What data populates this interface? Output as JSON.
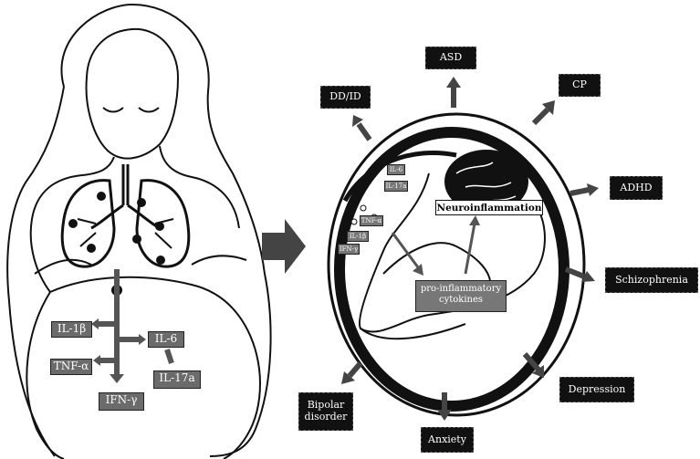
{
  "mother": {
    "cytokines": {
      "il1b": "IL-1β",
      "il6": "IL-6",
      "tnfa": "TNF-α",
      "il17a": "IL-17a",
      "ifng": "IFN-γ"
    }
  },
  "fetus": {
    "small_cytokines": {
      "il6": "IL-6",
      "il17a": "IL-17a",
      "tnfa": "TNF-α",
      "il1b": "IL-1β",
      "ifng": "IFN-γ"
    },
    "neuroinflammation": "Neuroinflammation",
    "proinflammatory": "pro-inflammatory cytokines"
  },
  "outcomes": {
    "asd": "ASD",
    "ddid": "DD/ID",
    "cp": "CP",
    "adhd": "ADHD",
    "schizophrenia": "Schizophrenia",
    "depression": "Depression",
    "anxiety": "Anxiety",
    "bipolar": "Bipolar disorder"
  },
  "colors": {
    "label_bg": "#111111",
    "cytokine_bg": "#6b6b6b",
    "arrow": "#555555"
  }
}
